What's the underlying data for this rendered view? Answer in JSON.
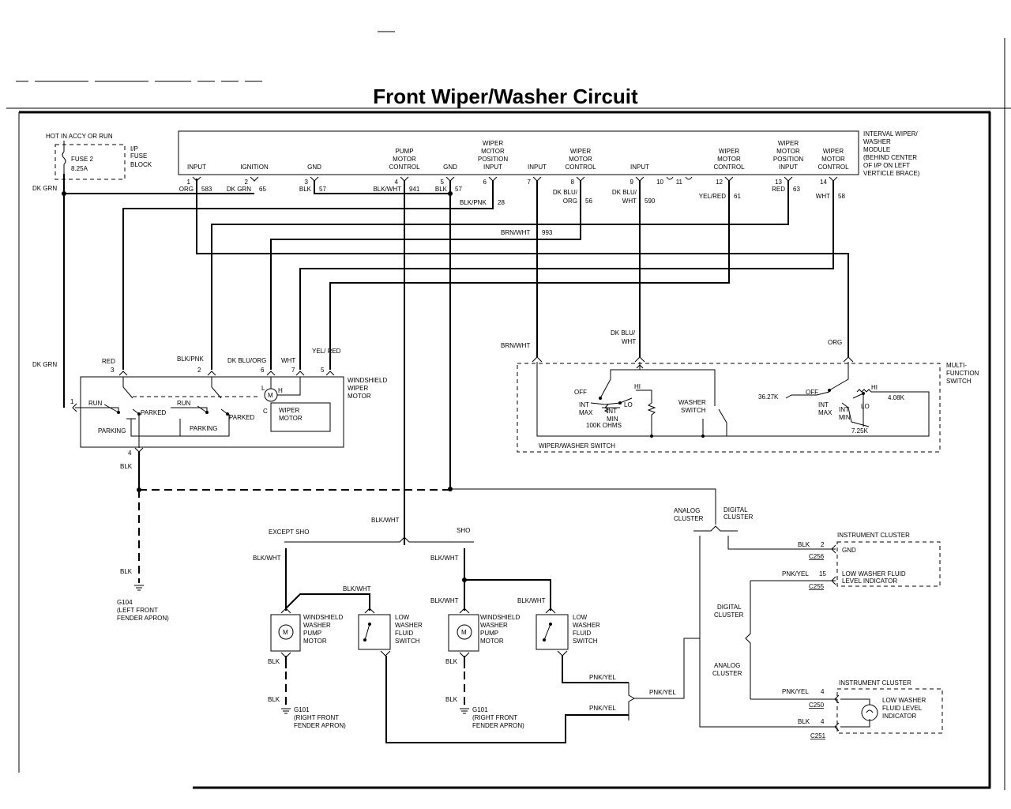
{
  "title": "Front Wiper/Washer Circuit",
  "fuse_block": {
    "hot_label": "HOT IN ACCY OR RUN",
    "fuse": [
      "FUSE 2",
      "8.25A"
    ],
    "block": [
      "I/P",
      "FUSE",
      "BLOCK"
    ],
    "wire": "DK GRN"
  },
  "module": {
    "name": [
      "INTERVAL WIPER/",
      "WASHER",
      "MODULE",
      "(BEHIND CENTER",
      "OF I/P ON LEFT",
      "VERTICLE BRACE)"
    ],
    "terminals": [
      {
        "pin": "1",
        "func": [
          "INPUT"
        ],
        "color": "ORG",
        "circuit": "583"
      },
      {
        "pin": "2",
        "func": [
          "IGNITION"
        ],
        "color": "DK GRN",
        "circuit": "65"
      },
      {
        "pin": "3",
        "func": [
          "GND"
        ],
        "color": "BLK",
        "circuit": "57"
      },
      {
        "pin": "4",
        "func": [
          "PUMP",
          "MOTOR",
          "CONTROL"
        ],
        "color": "BLK/WHT",
        "circuit": "941"
      },
      {
        "pin": "5",
        "func": [
          "GND"
        ],
        "color": "BLK",
        "circuit": "57"
      },
      {
        "pin": "6",
        "func": [
          "WIPER",
          "MOTOR",
          "POSITION",
          "INPUT"
        ],
        "color": "BLK/PNK",
        "circuit": "28"
      },
      {
        "pin": "7",
        "func": [
          "INPUT"
        ],
        "color": "BRN/WHT",
        "circuit": "993"
      },
      {
        "pin": "8",
        "func": [
          "WIPER",
          "MOTOR",
          "CONTROL"
        ],
        "color": "DK BLU/ ORG",
        "circuit": "56"
      },
      {
        "pin": "9",
        "func": [
          "INPUT"
        ],
        "color": "DK BLU/ WHT",
        "circuit": "590"
      },
      {
        "pin": "10",
        "func": [],
        "color": "",
        "circuit": ""
      },
      {
        "pin": "11",
        "func": [],
        "color": "",
        "circuit": ""
      },
      {
        "pin": "12",
        "func": [
          "WIPER",
          "MOTOR",
          "CONTROL"
        ],
        "color": "YEL/RED",
        "circuit": "61"
      },
      {
        "pin": "13",
        "func": [
          "WIPER",
          "MOTOR",
          "POSITION",
          "INPUT"
        ],
        "color": "RED",
        "circuit": "63"
      },
      {
        "pin": "14",
        "func": [
          "WIPER",
          "MOTOR",
          "CONTROL"
        ],
        "color": "WHT",
        "circuit": "58"
      }
    ]
  },
  "wiper_motor": {
    "name": [
      "WINDSHIELD",
      "WIPER",
      "MOTOR"
    ],
    "pins": [
      {
        "pin": "1",
        "color": "DK GRN"
      },
      {
        "pin": "3",
        "color": "RED"
      },
      {
        "pin": "2",
        "color": "BLK/PNK"
      },
      {
        "pin": "6",
        "color": "DK BLU/ORG"
      },
      {
        "pin": "7",
        "color": "WHT"
      },
      {
        "pin": "5",
        "color": "YEL/ RED"
      },
      {
        "pin": "4",
        "color": "BLK"
      }
    ],
    "switch_labels": [
      "RUN",
      "PARKED",
      "PARKING",
      "RUN",
      "PARKED",
      "PARKING"
    ],
    "motor_symbol": "M",
    "motor_terminals": [
      "L",
      "H",
      "C"
    ],
    "inner_label": [
      "WIPER",
      "MOTOR"
    ]
  },
  "multifunction_switch": {
    "name": [
      "MULTI-",
      "FUNCTION",
      "SWITCH"
    ],
    "wires": [
      "BRN/WHT",
      "DK BLU/ WHT",
      "ORG"
    ],
    "left_positions": [
      "OFF",
      "INT",
      "MAX",
      "INT",
      "MIN",
      "LO",
      "HI",
      "100K OHMS"
    ],
    "right_positions": [
      "OFF",
      "INT",
      "MAX",
      "INT",
      "MIN",
      "LO",
      "HI"
    ],
    "resistors": [
      "36.27K",
      "4.08K",
      "7.25K"
    ],
    "washer_switch": [
      "WASHER",
      "SWITCH"
    ],
    "footer": "WIPER/WASHER SWITCH"
  },
  "ground_g104": {
    "wire": "BLK",
    "name": [
      "G104",
      "(LEFT FRONT",
      "FENDER APRON)"
    ]
  },
  "washer_split": {
    "wire": "BLK/WHT",
    "left": "EXCEPT SHO",
    "right": "SHO"
  },
  "pump_except_sho": {
    "wire_in": "BLK/WHT",
    "wire_jump": "BLK/WHT",
    "pump": [
      "WINDSHIELD",
      "WASHER",
      "PUMP",
      "MOTOR"
    ],
    "level": [
      "LOW",
      "WASHER",
      "FLUID",
      "SWITCH"
    ],
    "ground_wire": [
      "BLK",
      "BLK"
    ],
    "ground": [
      "G101",
      "(RIGHT FRONT",
      "FENDER APRON)"
    ]
  },
  "pump_sho": {
    "wire_in": "BLK/WHT",
    "wire_left": "BLK/WHT",
    "wire_right": "BLK/WHT",
    "pump": [
      "WINDSHIELD",
      "WASHER",
      "PUMP",
      "MOTOR"
    ],
    "level": [
      "LOW",
      "WASHER",
      "FLUID",
      "SWITCH"
    ],
    "ground_wire": [
      "BLK",
      "BLK"
    ],
    "ground": [
      "G101",
      "(RIGHT FRONT",
      "FENDER APRON)"
    ],
    "out_wires": [
      "PNK/YEL",
      "PNK/YEL"
    ]
  },
  "cluster": {
    "select_top": [
      "ANALOG",
      "CLUSTER",
      "DIGITAL",
      "CLUSTER"
    ],
    "select_mid": [
      "DIGITAL",
      "CLUSTER",
      "ANALOG",
      "CLUSTER"
    ],
    "merge_wire": "PNK/YEL",
    "digital": {
      "name": "INSTRUMENT CLUSTER",
      "rows": [
        {
          "color": "BLK",
          "pin": "2",
          "conn": "C256",
          "label": [
            "GND"
          ]
        },
        {
          "color": "PNK/YEL",
          "pin": "15",
          "conn": "C255",
          "label": [
            "LOW WASHER FLUID",
            "LEVEL INDICATOR"
          ]
        }
      ]
    },
    "analog": {
      "name": "INSTRUMENT CLUSTER",
      "rows": [
        {
          "color": "PNK/YEL",
          "pin": "4",
          "conn": "C250"
        },
        {
          "color": "BLK",
          "pin": "4",
          "conn": "C251"
        }
      ],
      "indicator": [
        "LOW WASHER",
        "FLUID LEVEL",
        "INDICATOR"
      ]
    }
  }
}
